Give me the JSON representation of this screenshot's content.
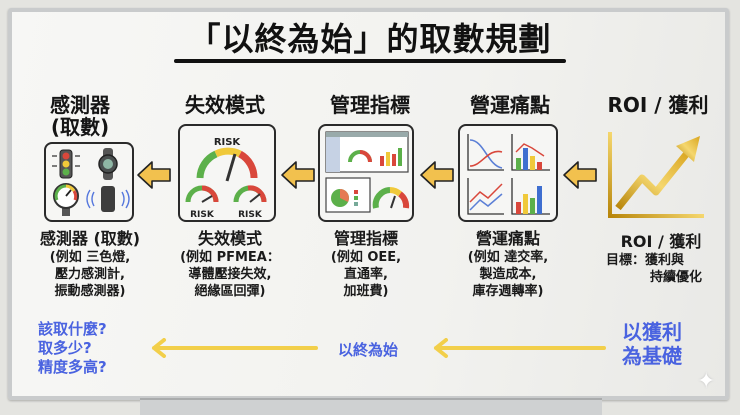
{
  "title": "「以終為始」的取數規劃",
  "columns": [
    {
      "id": "sensor",
      "heading": "感測器",
      "heading_sub": "(取數)",
      "icons": [
        "traffic-light-icon",
        "smartwatch-icon",
        "pressure-gauge-icon",
        "vibration-sensor-icon"
      ],
      "caption": "感測器 (取數)",
      "detail": [
        "(例如 三色燈,",
        "壓力感測計,",
        "振動感測器)"
      ]
    },
    {
      "id": "failure-mode",
      "heading": "失效模式",
      "icons": [
        "risk-gauge-icon",
        "risk-gauge-icon",
        "risk-gauge-icon"
      ],
      "gauge_labels": [
        "RISK",
        "RISK",
        "RISK"
      ],
      "caption": "失效模式",
      "detail": [
        "(例如 PFMEA：",
        "導體壓接失效,",
        "絕緣區回彈)"
      ]
    },
    {
      "id": "kpi",
      "heading": "管理指標",
      "icons": [
        "dashboard-icon",
        "pie-chart-icon",
        "gauge-icon"
      ],
      "caption": "管理指標",
      "detail": [
        "(例如 OEE,",
        "直通率,",
        "加班費)"
      ]
    },
    {
      "id": "pain-point",
      "heading": "營運痛點",
      "icons": [
        "line-chart-icon",
        "bar-chart-icon",
        "trend-chart-icon",
        "bar-chart-icon"
      ],
      "caption": "營運痛點",
      "detail": [
        "(例如 達交率,",
        "製造成本,",
        "庫存週轉率)"
      ]
    },
    {
      "id": "roi",
      "heading": "ROI / 獲利",
      "icons": [
        "growth-arrow-icon"
      ],
      "caption": "ROI / 獲利",
      "detail": [
        "目標：獲利與",
        "持續優化"
      ]
    }
  ],
  "bottom": {
    "questions": [
      "該取什麼?",
      "取多少?",
      "精度多高?"
    ],
    "middle_label": "以終為始",
    "base_label": [
      "以獲利",
      "為基礎"
    ]
  },
  "colors": {
    "arrow_fill": "#f2c14e",
    "blue_text": "#4a63e0",
    "gold": "#d9a520",
    "gauge_green": "#5cb04a",
    "gauge_yellow": "#f0c93a",
    "gauge_red": "#d9473b"
  }
}
